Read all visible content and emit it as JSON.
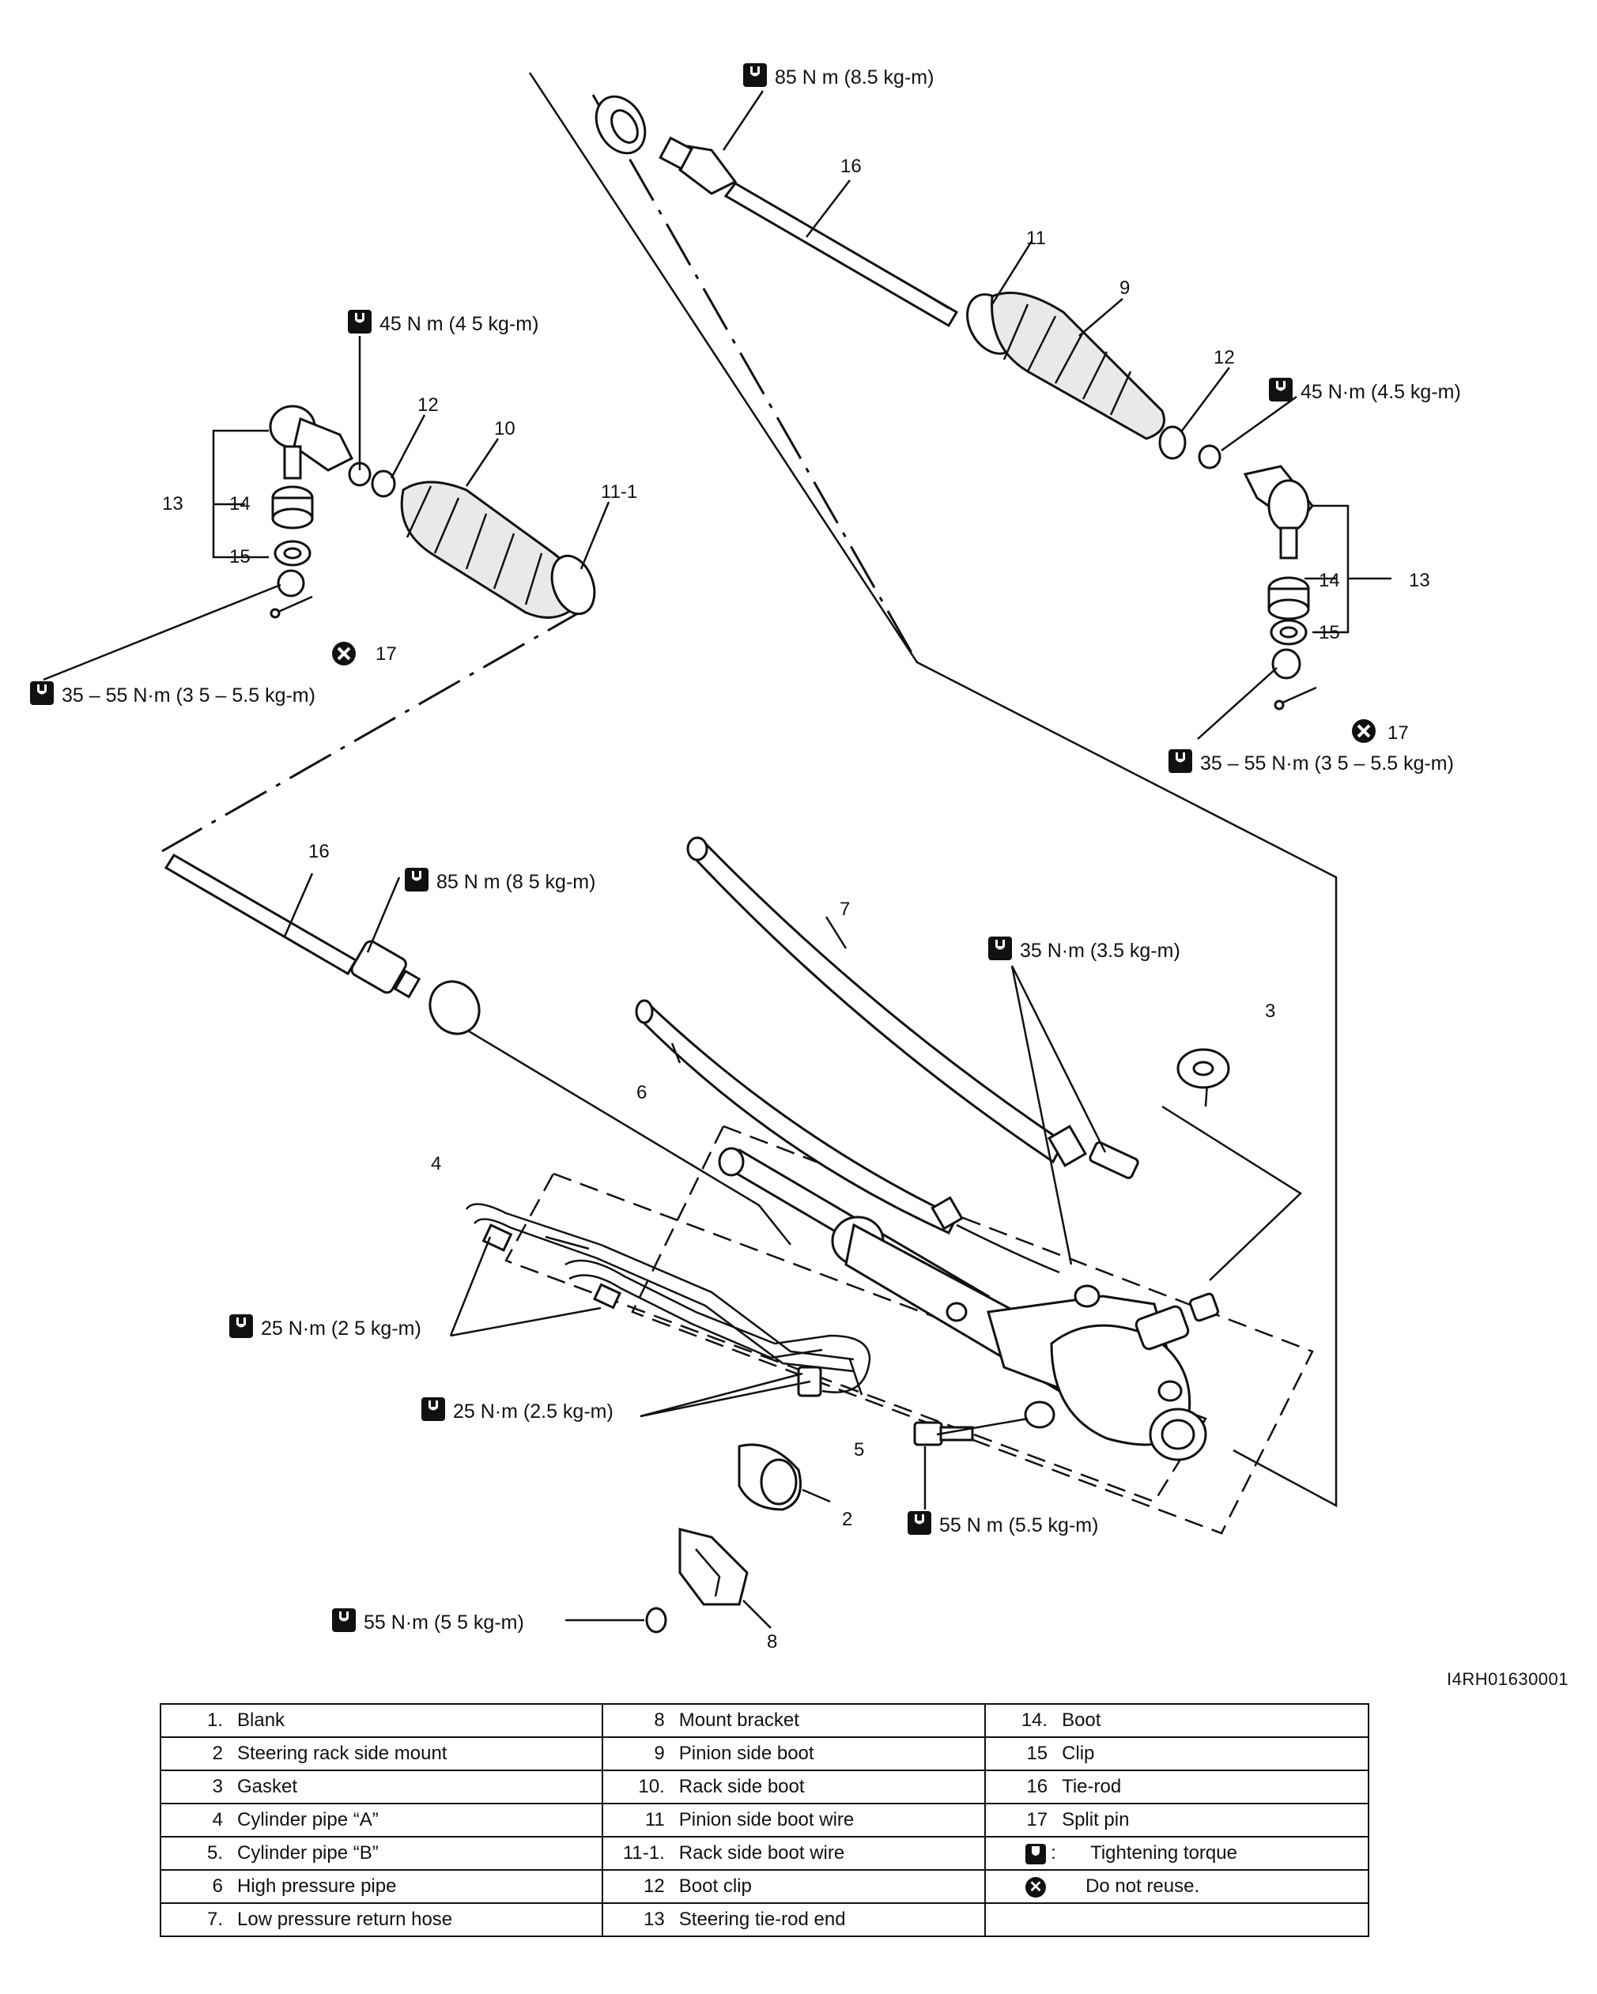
{
  "figure_id": "I4RH01630001",
  "torques": {
    "t_upper_tierod": "85 N m (8.5 kg-m)",
    "t_left_nut": "45 N m (4 5 kg-m)",
    "t_right_nut": "45 N·m (4.5 kg-m)",
    "t_left_castle": "35 – 55 N·m (3 5 – 5.5 kg-m)",
    "t_right_castle": "35 – 55 N·m (3 5 – 5.5 kg-m)",
    "t_lower_tierod": "85 N m (8 5 kg-m)",
    "t_pipe_fitting": "35 N·m (3.5 kg-m)",
    "t_cyl_a": "25 N·m (2 5 kg-m)",
    "t_cyl_b": "25 N·m (2.5 kg-m)",
    "t_gear_bolt": "55 N m (5.5 kg-m)",
    "t_bracket_bolt": "55 N·m (5 5 kg-m)"
  },
  "callouts": {
    "c16a": "16",
    "c11": "11",
    "c9": "9",
    "c12a": "12",
    "c13a": "13",
    "c14a": "14",
    "c15a": "15",
    "c17a": "17",
    "c12b": "12",
    "c10": "10",
    "c11_1": "11-1",
    "c13b": "13",
    "c14b": "14",
    "c15b": "15",
    "c17b": "17",
    "c16b": "16",
    "c7": "7",
    "c6": "6",
    "c3": "3",
    "c4": "4",
    "c5": "5",
    "c2": "2",
    "c8": "8"
  },
  "legend": {
    "col1": [
      {
        "num": "1.",
        "label": "Blank"
      },
      {
        "num": "2",
        "label": "Steering rack side mount"
      },
      {
        "num": "3",
        "label": "Gasket"
      },
      {
        "num": "4",
        "label": "Cylinder pipe “A”"
      },
      {
        "num": "5.",
        "label": "Cylinder pipe “B”"
      },
      {
        "num": "6",
        "label": "High pressure pipe"
      },
      {
        "num": "7.",
        "label": "Low pressure return hose"
      }
    ],
    "col2": [
      {
        "num": "8",
        "label": "Mount bracket"
      },
      {
        "num": "9",
        "label": "Pinion side boot"
      },
      {
        "num": "10.",
        "label": "Rack side boot"
      },
      {
        "num": "11",
        "label": "Pinion side boot wire"
      },
      {
        "num": "11-1.",
        "label": "Rack side boot wire"
      },
      {
        "num": "12",
        "label": "Boot clip"
      },
      {
        "num": "13",
        "label": "Steering tie-rod end"
      }
    ],
    "col3": [
      {
        "num": "14.",
        "label": "Boot"
      },
      {
        "num": "15",
        "label": "Clip"
      },
      {
        "num": "16",
        "label": "Tie-rod"
      },
      {
        "num": "17",
        "label": "Split pin"
      },
      {
        "num": ":",
        "label": "Tightening torque"
      },
      {
        "num": "",
        "label": "Do not reuse."
      },
      {
        "num": "",
        "label": ""
      }
    ]
  }
}
